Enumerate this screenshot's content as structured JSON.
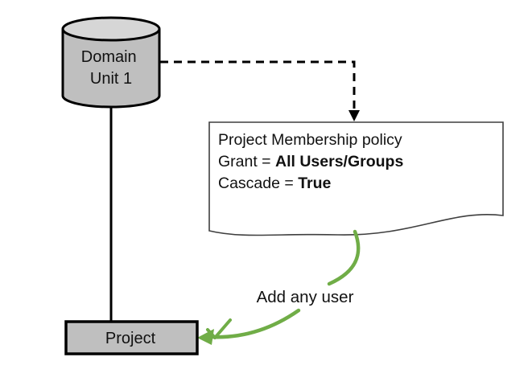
{
  "diagram": {
    "domain_unit": {
      "lines": [
        "Domain",
        "Unit 1"
      ]
    },
    "policy_note": {
      "title": "Project Membership policy",
      "grant_label": "Grant = ",
      "grant_value": "All Users/Groups",
      "cascade_label": "Cascade = ",
      "cascade_value": "True"
    },
    "arrow_label": "Add any user",
    "project": {
      "label": "Project"
    },
    "colors": {
      "shape_fill": "#bfbfbf",
      "cylinder_top_fill": "#d6d6d6",
      "outline": "#000000",
      "note_border": "#3f3f3f",
      "green": "#70ad47",
      "text": "#111111"
    }
  }
}
